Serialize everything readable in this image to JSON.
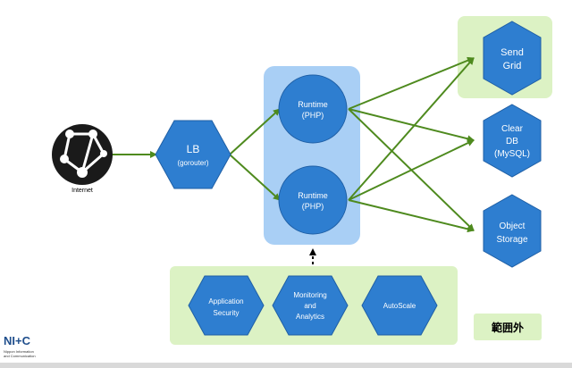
{
  "colors": {
    "node_fill": "#2e7ed0",
    "node_stroke": "#1f5fa5",
    "runtime_bg": "#a9cff5",
    "green_bg": "#dcf2c4",
    "arrow": "#4e8a1e",
    "internet_icon": "#1a1a1a",
    "out_of_scope_text": "#1a1a1a"
  },
  "internet": {
    "label": "Internet",
    "icon": "globe-network-icon"
  },
  "lb": {
    "line1": "LB",
    "line2": "(gorouter)"
  },
  "runtimes": [
    {
      "line1": "Runtime",
      "line2": "(PHP)"
    },
    {
      "line1": "Runtime",
      "line2": "(PHP)"
    }
  ],
  "services": [
    {
      "lines": [
        "Send",
        "Grid"
      ]
    },
    {
      "lines": [
        "Clear",
        "DB",
        "(MySQL)"
      ]
    },
    {
      "lines": [
        "Object",
        "Storage"
      ]
    }
  ],
  "addons": [
    {
      "lines": [
        "Application",
        "Security"
      ]
    },
    {
      "lines": [
        "Monitoring",
        "and",
        "Analytics"
      ]
    },
    {
      "lines": [
        "AutoScale"
      ]
    }
  ],
  "out_of_scope_label": "範囲外",
  "logo": {
    "mark": "NI+C",
    "line1": "Nippon Information",
    "line2": "and Communication"
  }
}
